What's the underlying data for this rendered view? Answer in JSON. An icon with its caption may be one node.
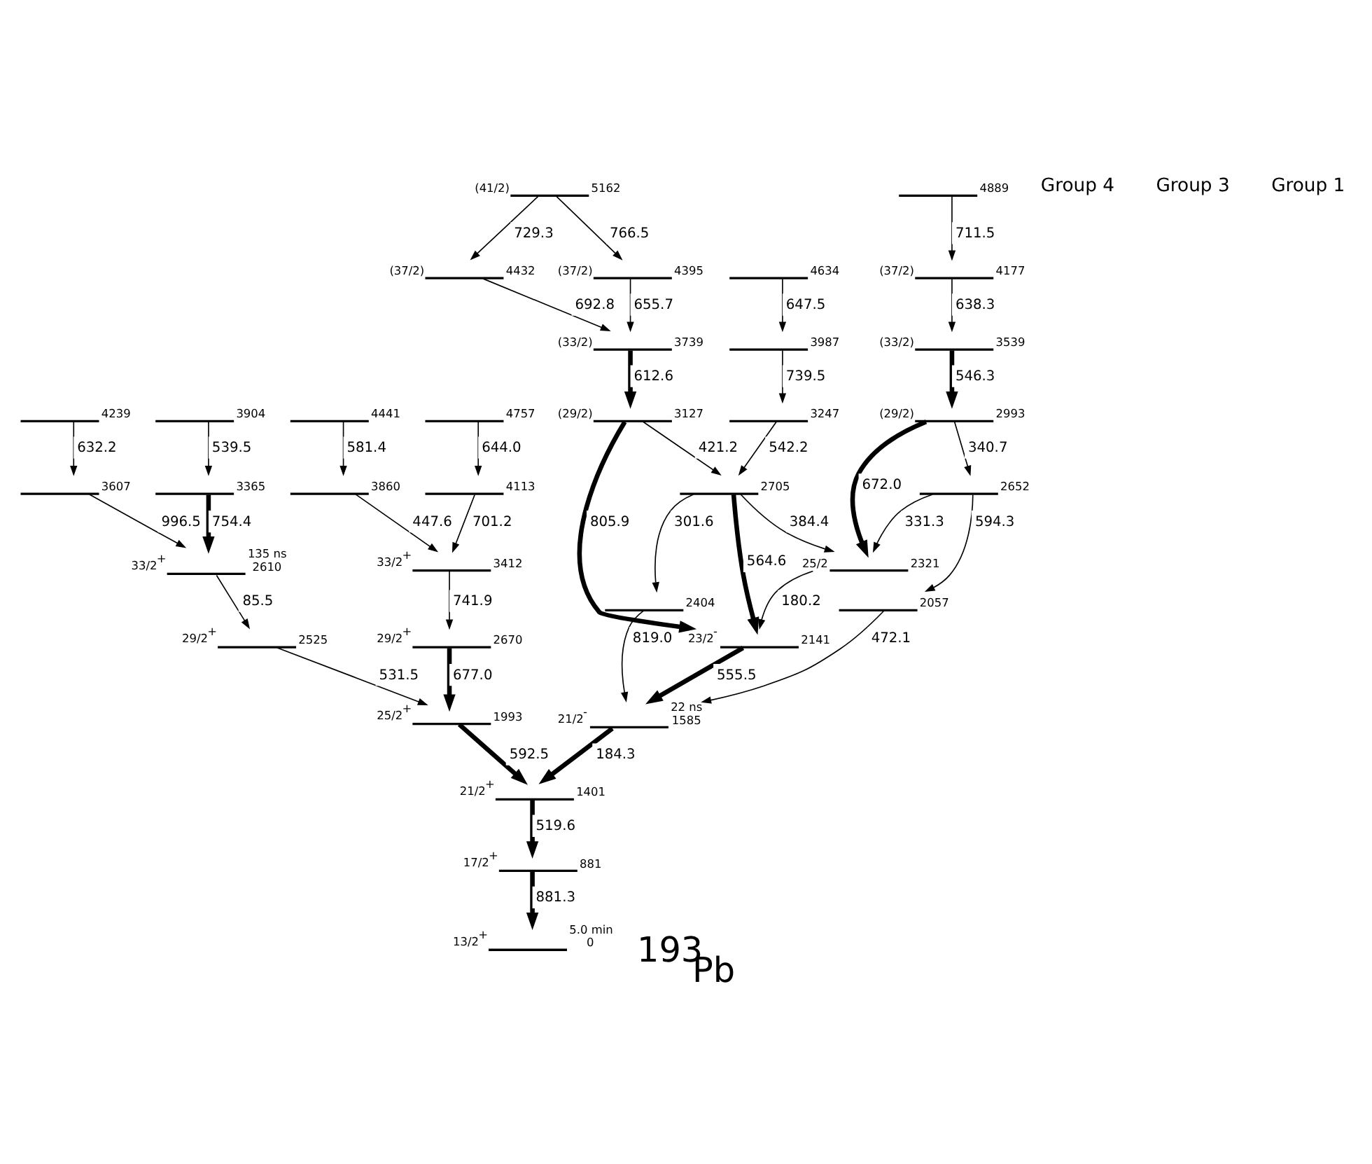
{
  "diagram": {
    "title": "$^{193}$Pb",
    "nodes": [
      {
        "text": [
          "13/2$^{+}$",
          "5.0 min",
          "0"
        ]
      },
      {
        "text": [
          "17/2$^{+}$",
          "881"
        ]
      },
      {
        "text": [
          "21/2$^{+}$",
          "1401"
        ]
      },
      {
        "text": [
          "25/2$^{+}$",
          "1993"
        ]
      },
      {
        "text": [
          "29/2$^{+}$",
          "2525"
        ]
      },
      {
        "text": [
          "33/2$^{+}$",
          "135 ns",
          "2610"
        ]
      },
      {
        "text": [
          "29/2$^{+}$",
          "2670"
        ]
      },
      {
        "text": [
          "3607"
        ]
      },
      {
        "text": [
          "4239"
        ]
      },
      {
        "text": [
          "3365"
        ]
      },
      {
        "text": [
          "3904"
        ]
      },
      {
        "text": [
          "33/2$^{+}$",
          "3412"
        ]
      },
      {
        "text": [
          "3860"
        ]
      },
      {
        "text": [
          "4441"
        ]
      },
      {
        "text": [
          "4113"
        ]
      },
      {
        "text": [
          "4757"
        ]
      },
      {
        "text": [
          "21/2$^{-}$",
          "22 ns",
          "1585"
        ]
      },
      {
        "text": [
          "23/2$^{-}$",
          "2141"
        ]
      },
      {
        "text": [
          "25/2",
          "2321"
        ]
      },
      {
        "text": [
          "2404"
        ]
      },
      {
        "text": [
          "2705"
        ]
      },
      {
        "text": [
          "3247"
        ]
      },
      {
        "text": [
          "3987"
        ]
      },
      {
        "text": [
          "4634"
        ]
      },
      {
        "text": [
          "(29/2)",
          "3127"
        ]
      },
      {
        "text": [
          "(33/2)",
          "3739"
        ]
      },
      {
        "text": [
          "(37/2)",
          "4395"
        ]
      },
      {
        "text": [
          "(37/2)",
          "4432"
        ]
      },
      {
        "text": [
          "(41/2)",
          "5162"
        ]
      },
      {
        "text": [
          "(29/2)",
          "2993"
        ]
      },
      {
        "text": [
          "2652"
        ]
      },
      {
        "text": [
          "2057"
        ]
      },
      {
        "text": [
          "(33/2)",
          "3539"
        ]
      },
      {
        "text": [
          "(37/2)",
          "4177"
        ]
      },
      {
        "text": [
          "4889"
        ]
      }
    ],
    "edges": [
      {
        "from": 1,
        "to": 0,
        "arrow": "to",
        "label": "881.3",
        "style": "thick"
      },
      {
        "from": 2,
        "to": 1,
        "arrow": "to",
        "label": "519.6",
        "style": "thick"
      },
      {
        "from": 3,
        "to": 2,
        "arrow": "to",
        "label": "592.5",
        "style": "thick"
      },
      {
        "from": 16,
        "to": 2,
        "arrow": "to",
        "label": "184.3",
        "style": "thick"
      },
      {
        "from": 4,
        "to": 3,
        "arrow": "to",
        "label": "531.5"
      },
      {
        "from": 5,
        "to": 4,
        "arrow": "to",
        "label": "85.5"
      },
      {
        "from": 7,
        "to": 5,
        "arrow": "to",
        "label": "996.5"
      },
      {
        "from": 8,
        "to": 7,
        "arrow": "to",
        "label": "632.2"
      },
      {
        "from": 9,
        "to": 5,
        "arrow": "to",
        "label": "754.4",
        "style": "thick"
      },
      {
        "from": 10,
        "to": 9,
        "arrow": "to",
        "label": "539.5"
      },
      {
        "from": 6,
        "to": 3,
        "arrow": "to",
        "label": "677.0",
        "style": "thick"
      },
      {
        "from": 11,
        "to": 6,
        "arrow": "to",
        "label": "741.9"
      },
      {
        "from": 12,
        "to": 11,
        "arrow": "to",
        "label": "447.6"
      },
      {
        "from": 13,
        "to": 12,
        "arrow": "to",
        "label": "581.4"
      },
      {
        "from": 14,
        "to": 11,
        "arrow": "to",
        "label": "701.2"
      },
      {
        "from": 15,
        "to": 14,
        "arrow": "to",
        "label": "644.0"
      },
      {
        "from": 19,
        "to": 16,
        "arrow": "to",
        "label": "819.0"
      },
      {
        "from": 20,
        "to": 19,
        "arrow": "to",
        "label": "301.6"
      },
      {
        "from": 21,
        "to": 20,
        "arrow": "to",
        "label": "542.2"
      },
      {
        "from": 22,
        "to": 21,
        "arrow": "to",
        "label": "739.5"
      },
      {
        "from": 23,
        "to": 22,
        "arrow": "to",
        "label": "647.5"
      },
      {
        "from": 24,
        "to": 20,
        "arrow": "to",
        "label": "421.2"
      },
      {
        "from": 20,
        "to": 17,
        "arrow": "to",
        "label": "564.6",
        "style": "thick"
      },
      {
        "from": 20,
        "to": 18,
        "arrow": "to",
        "label": "384.4"
      },
      {
        "from": 17,
        "to": 16,
        "arrow": "to",
        "label": "555.5",
        "style": "thick"
      },
      {
        "from": 18,
        "to": 17,
        "arrow": "to",
        "label": "180.2"
      },
      {
        "from": 24,
        "to": 17,
        "arrow": "to",
        "label": "805.9",
        "style": "thick"
      },
      {
        "from": 25,
        "to": 24,
        "arrow": "to",
        "label": "612.6",
        "style": "thick"
      },
      {
        "from": 26,
        "to": 25,
        "arrow": "to",
        "label": "655.7"
      },
      {
        "from": 27,
        "to": 25,
        "arrow": "to",
        "label": "692.8"
      },
      {
        "from": 28,
        "to": 26,
        "arrow": "to",
        "label": "766.5"
      },
      {
        "from": 28,
        "to": 27,
        "arrow": "to",
        "label": "729.3"
      },
      {
        "from": 29,
        "to": 18,
        "arrow": "to",
        "label": "672.0",
        "style": "thick"
      },
      {
        "from": 29,
        "to": 30,
        "arrow": "to",
        "label": "340.7"
      },
      {
        "from": 30,
        "to": 18,
        "arrow": "to",
        "label": "331.3"
      },
      {
        "from": 30,
        "to": 31,
        "arrow": "to",
        "label": "594.3"
      },
      {
        "from": 31,
        "to": 16,
        "arrow": "to",
        "label": "472.1"
      },
      {
        "from": 32,
        "to": 29,
        "arrow": "to",
        "label": "546.3",
        "style": "thick"
      },
      {
        "from": 33,
        "to": 32,
        "arrow": "to",
        "label": "638.3"
      },
      {
        "from": 34,
        "to": 33,
        "arrow": "to",
        "label": "711.5"
      }
    ],
    "labels": [
      "Group 4",
      "Group 3",
      "Group 1"
    ]
  }
}
